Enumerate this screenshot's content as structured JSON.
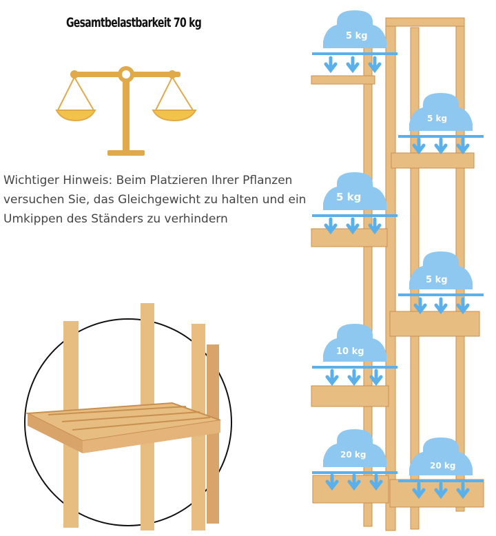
{
  "title": "Gesamtbelastbarkeit 70 kg",
  "hint": {
    "line1": "Wichtiger Hinweis: Beim Platzieren Ihrer Pflanzen",
    "line2": "versuchen Sie, das Gleichgewicht zu halten und ein",
    "line3": "Umkippen des Ständers zu verhindern"
  },
  "weights": [
    {
      "label": "5 kg"
    },
    {
      "label": "5 kg"
    },
    {
      "label": "5 kg"
    },
    {
      "label": "5 kg"
    },
    {
      "label": "10 kg"
    },
    {
      "label": "20 kg"
    },
    {
      "label": "20 kg"
    }
  ],
  "colors": {
    "wood": "#e8bd82",
    "wood_dark": "#c98f4f",
    "scale_gold": "#e0a94a",
    "scale_pan": "#f2c34a",
    "weight_blue": "#8ec8f0",
    "arrow_blue": "#5ab0ea"
  },
  "icons": [
    "balance-scale-icon",
    "weight-icon",
    "down-arrow-icon"
  ]
}
